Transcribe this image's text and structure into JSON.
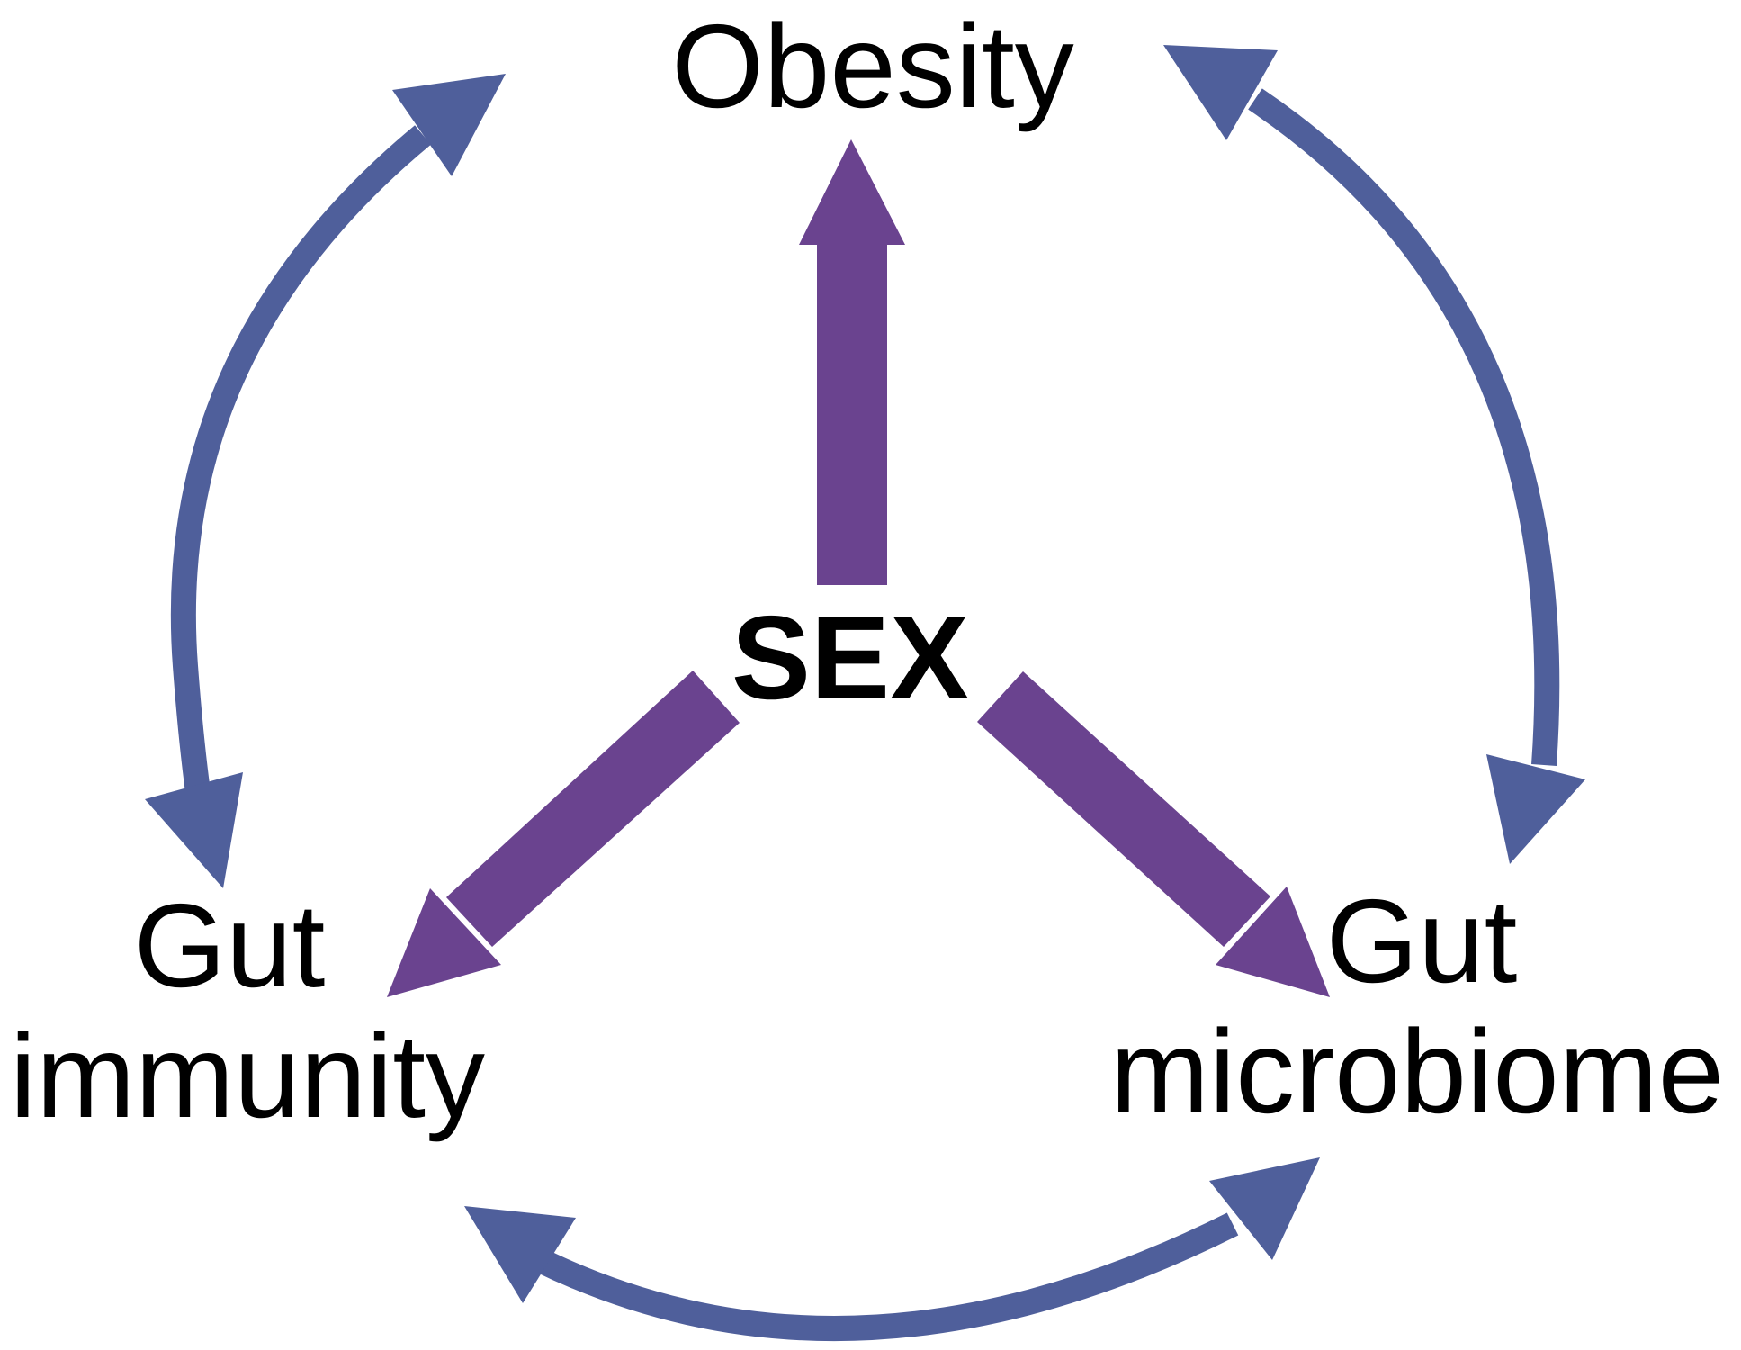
{
  "nodes": {
    "obesity": "Obesity",
    "sex": "SEX",
    "gut_immunity": [
      "Gut",
      "immunity"
    ],
    "gut_microbiome": [
      "Gut",
      "microbiome"
    ]
  },
  "colors": {
    "center_arrow": "#6a438f",
    "cycle_arrow": "#4f5f9b",
    "text": "#000000",
    "background": "#ffffff"
  }
}
